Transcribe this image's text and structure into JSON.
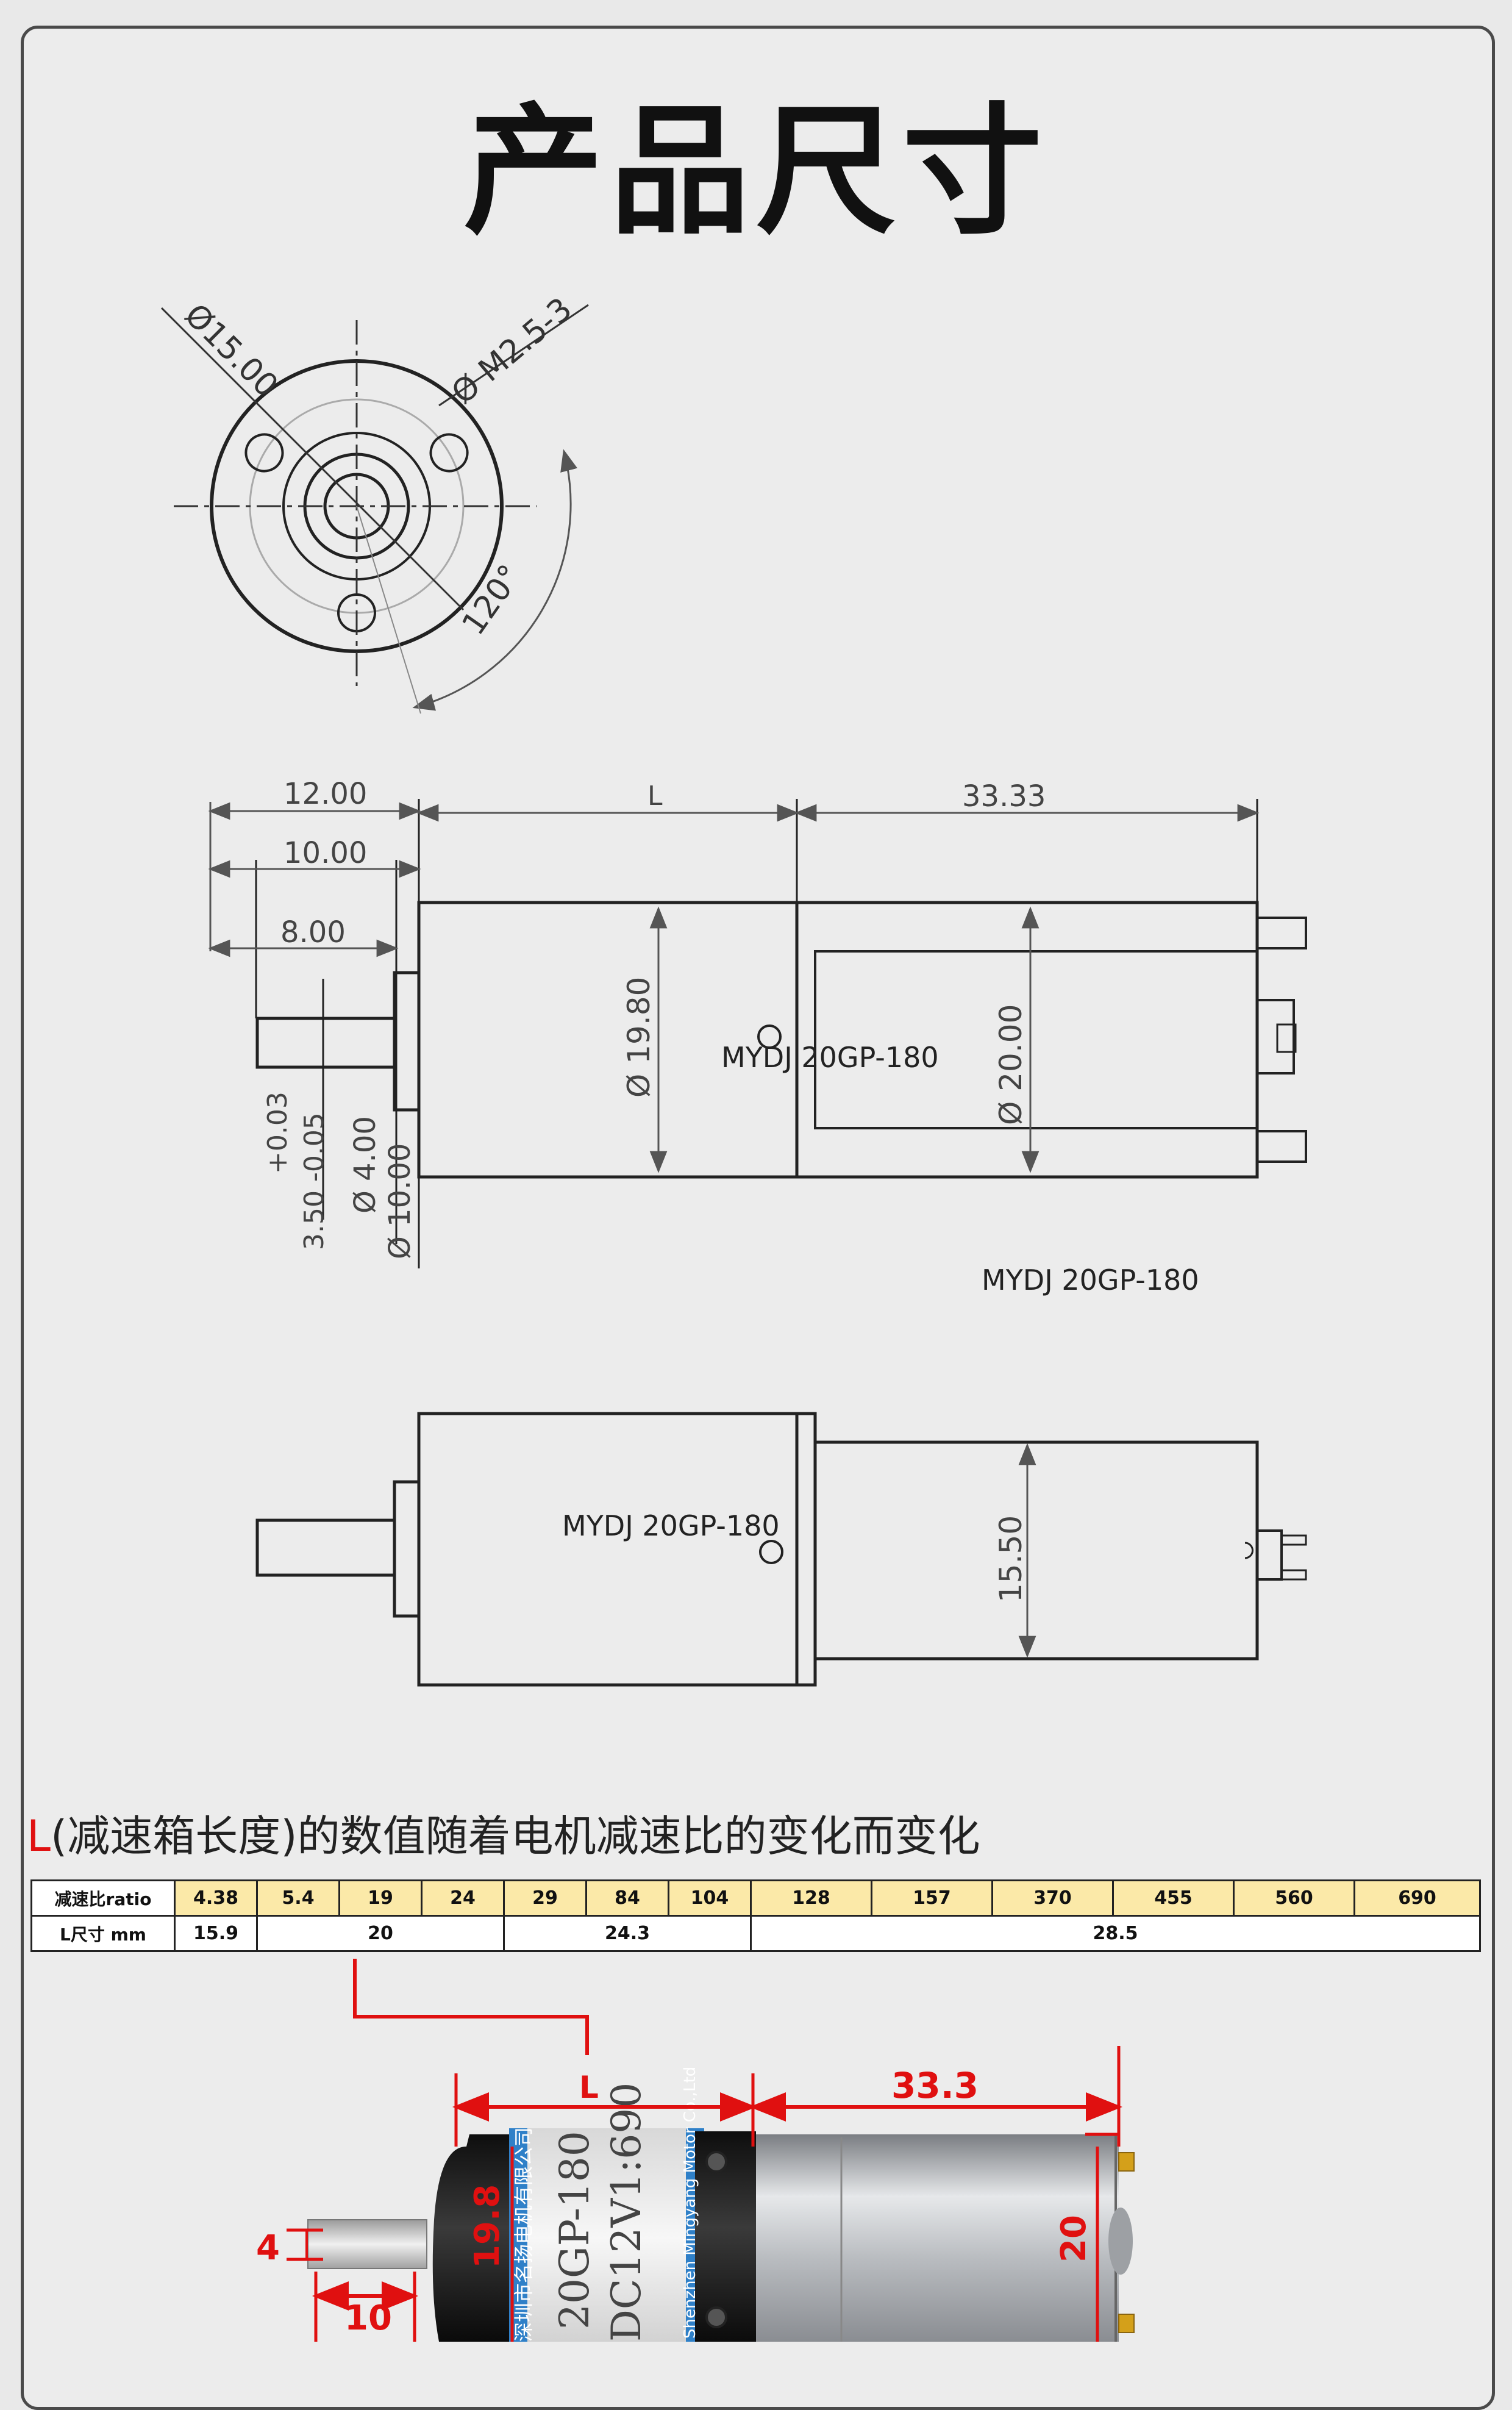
{
  "title": "产品尺寸",
  "front_view": {
    "dim_diameter": "Ø15.00",
    "dim_hole": "Ø M2.5-3",
    "dim_angle": "120°"
  },
  "side_view": {
    "dim_12": "12.00",
    "dim_10": "10.00",
    "dim_8": "8.00",
    "dim_L": "L",
    "dim_33": "33.33",
    "dim_19_8": "Ø 19.80",
    "dim_20": "Ø 20.00",
    "tol": "+0.03",
    "dim_shaft": "3.50 -0.05",
    "dim_4": "Ø 4.00",
    "dim_10_dia": "Ø 10.00",
    "model_on_body": "MYDJ 20GP-180",
    "model_caption": "MYDJ 20GP-180"
  },
  "top_view": {
    "model_on_body": "MYDJ 20GP-180",
    "dim_15_5": "15.50"
  },
  "note": {
    "letter": "L",
    "text": "(减速箱长度)的数值随着电机减速比的变化而变化"
  },
  "table": {
    "ratio_header": "减速比ratio",
    "length_header": "L尺寸 mm",
    "ratios": [
      "4.38",
      "5.4",
      "19",
      "24",
      "29",
      "84",
      "104",
      "128",
      "157",
      "370",
      "455",
      "560",
      "690"
    ],
    "lengths": [
      {
        "value": "15.9",
        "span": 1
      },
      {
        "value": "20",
        "span": 3
      },
      {
        "value": "24.3",
        "span": 3
      },
      {
        "value": "28.5",
        "span": 6
      }
    ]
  },
  "photo": {
    "dim_L": "L",
    "dim_33": "33.3",
    "dim_19_8": "19.8",
    "dim_20": "20",
    "dim_4": "4",
    "dim_10": "10",
    "label_model": "20GP-180",
    "label_spec": "DC12V1:690",
    "label_company": "深圳市名扬电机有限公司",
    "label_company_en": "Shenzhen Mingyang Motor Co.,Ltd"
  },
  "colors": {
    "accent": "#e01010",
    "table_fill": "#fbe9a8"
  }
}
